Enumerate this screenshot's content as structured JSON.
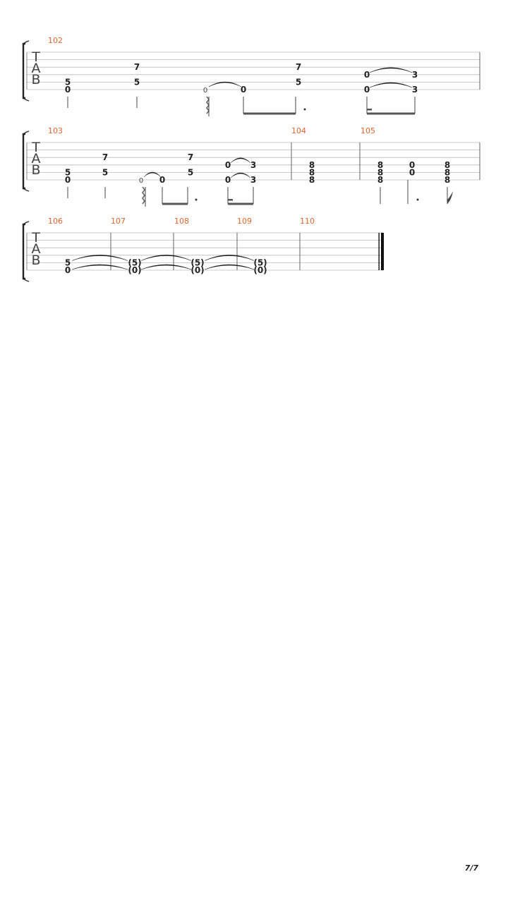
{
  "page_number": "7/7",
  "tab_letters": [
    "T",
    "A",
    "B"
  ],
  "systems": [
    {
      "measures": [
        {
          "number": "102",
          "notes": [
            {
              "frets": [
                {
                  "string": 5,
                  "fret": "5"
                },
                {
                  "string": 6,
                  "fret": "0"
                }
              ]
            },
            {
              "frets": [
                {
                  "string": 3,
                  "fret": "7"
                },
                {
                  "string": 5,
                  "fret": "5"
                }
              ]
            },
            {
              "frets": [
                {
                  "string": 6,
                  "fret": "0"
                }
              ]
            },
            {
              "frets": [
                {
                  "string": 6,
                  "fret": "0"
                }
              ]
            },
            {
              "frets": [
                {
                  "string": 3,
                  "fret": "7"
                },
                {
                  "string": 5,
                  "fret": "5"
                }
              ]
            },
            {
              "frets": [
                {
                  "string": 4,
                  "fret": "0"
                },
                {
                  "string": 6,
                  "fret": "0"
                }
              ]
            },
            {
              "frets": [
                {
                  "string": 4,
                  "fret": "3"
                },
                {
                  "string": 6,
                  "fret": "3"
                }
              ]
            }
          ]
        }
      ]
    },
    {
      "measures": [
        {
          "number": "103",
          "notes": [
            {
              "frets": [
                {
                  "string": 5,
                  "fret": "5"
                },
                {
                  "string": 6,
                  "fret": "0"
                }
              ]
            },
            {
              "frets": [
                {
                  "string": 3,
                  "fret": "7"
                },
                {
                  "string": 5,
                  "fret": "5"
                }
              ]
            },
            {
              "frets": [
                {
                  "string": 6,
                  "fret": "0"
                }
              ]
            },
            {
              "frets": [
                {
                  "string": 6,
                  "fret": "0"
                }
              ]
            },
            {
              "frets": [
                {
                  "string": 3,
                  "fret": "7"
                },
                {
                  "string": 5,
                  "fret": "5"
                }
              ]
            },
            {
              "frets": [
                {
                  "string": 4,
                  "fret": "0"
                },
                {
                  "string": 6,
                  "fret": "0"
                }
              ]
            },
            {
              "frets": [
                {
                  "string": 4,
                  "fret": "3"
                },
                {
                  "string": 6,
                  "fret": "3"
                }
              ]
            }
          ]
        },
        {
          "number": "104",
          "notes": [
            {
              "frets": [
                {
                  "string": 4,
                  "fret": "8"
                },
                {
                  "string": 5,
                  "fret": "8"
                },
                {
                  "string": 6,
                  "fret": "8"
                }
              ]
            }
          ]
        },
        {
          "number": "105",
          "notes": [
            {
              "frets": [
                {
                  "string": 4,
                  "fret": "8"
                },
                {
                  "string": 5,
                  "fret": "8"
                },
                {
                  "string": 6,
                  "fret": "8"
                }
              ]
            },
            {
              "frets": [
                {
                  "string": 4,
                  "fret": "0"
                },
                {
                  "string": 5,
                  "fret": "0"
                }
              ]
            },
            {
              "frets": [
                {
                  "string": 4,
                  "fret": "8"
                },
                {
                  "string": 5,
                  "fret": "8"
                },
                {
                  "string": 6,
                  "fret": "8"
                }
              ]
            }
          ]
        }
      ]
    },
    {
      "measures": [
        {
          "number": "106",
          "notes": [
            {
              "frets": [
                {
                  "string": 5,
                  "fret": "5"
                },
                {
                  "string": 6,
                  "fret": "0"
                }
              ]
            }
          ]
        },
        {
          "number": "107",
          "notes": [
            {
              "frets": [
                {
                  "string": 5,
                  "fret": "(5)"
                },
                {
                  "string": 6,
                  "fret": "(0)"
                }
              ]
            }
          ]
        },
        {
          "number": "108",
          "notes": [
            {
              "frets": [
                {
                  "string": 5,
                  "fret": "(5)"
                },
                {
                  "string": 6,
                  "fret": "(0)"
                }
              ]
            }
          ]
        },
        {
          "number": "109",
          "notes": [
            {
              "frets": [
                {
                  "string": 5,
                  "fret": "(5)"
                },
                {
                  "string": 6,
                  "fret": "(0)"
                }
              ]
            }
          ]
        },
        {
          "number": "110",
          "notes": []
        }
      ]
    }
  ]
}
